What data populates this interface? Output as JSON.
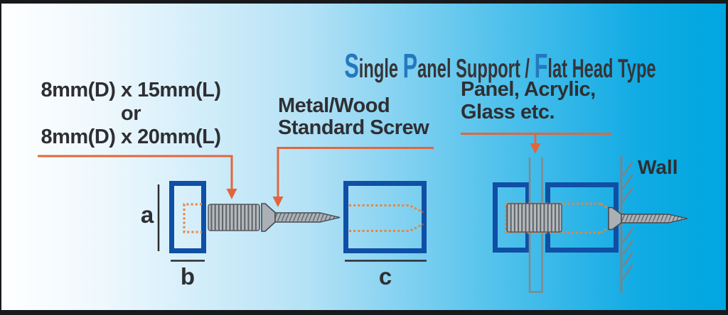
{
  "title": {
    "seg1_big": "S",
    "seg1_rest": "ingle ",
    "seg2_big": "P",
    "seg2_rest": "anel Support / ",
    "seg3_big": "F",
    "seg3_rest": "lat Head Type"
  },
  "labels": {
    "size_line1": "8mm(D) x 15mm(L)",
    "size_line2": "or",
    "size_line3": "8mm(D) x 20mm(L)",
    "screw_line1": "Metal/Wood",
    "screw_line2": "Standard Screw",
    "panel_line1": "Panel, Acrylic,",
    "panel_line2": "Glass etc.",
    "wall": "Wall",
    "dim_a": "a",
    "dim_b": "b",
    "dim_c": "c"
  },
  "colors": {
    "accent_orange": "#e2663c",
    "dotted_orange": "#ef8236",
    "frame_blue": "#0f4fa5",
    "title_blue": "#2478bf",
    "text_dark": "#2e2f33",
    "metal_gray": "#adb2b8",
    "line_gray": "#83878b",
    "background_right": "#00a6e0",
    "background_left": "#ffffff"
  }
}
